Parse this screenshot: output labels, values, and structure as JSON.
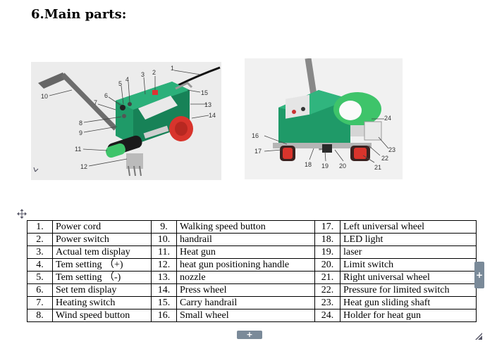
{
  "heading": "6.Main parts:",
  "figure1": {
    "callouts": [
      "1",
      "2",
      "3",
      "4",
      "5",
      "6",
      "7",
      "8",
      "9",
      "10",
      "11",
      "12",
      "13",
      "14",
      "15"
    ]
  },
  "figure2": {
    "callouts": [
      "16",
      "17",
      "18",
      "19",
      "20",
      "21",
      "22",
      "23",
      "24"
    ]
  },
  "parts_table": {
    "rows": [
      [
        {
          "n": "1.",
          "t": "Power cord"
        },
        {
          "n": "9.",
          "t": "Walking speed button"
        },
        {
          "n": "17.",
          "t": "Left universal wheel"
        }
      ],
      [
        {
          "n": "2.",
          "t": "Power switch"
        },
        {
          "n": "10.",
          "t": "handrail"
        },
        {
          "n": "18.",
          "t": "LED light"
        }
      ],
      [
        {
          "n": "3.",
          "t": "Actual tem display"
        },
        {
          "n": "11.",
          "t": "Heat gun"
        },
        {
          "n": "19.",
          "t": "laser"
        }
      ],
      [
        {
          "n": "4.",
          "t": "Tem setting （+)"
        },
        {
          "n": "12.",
          "t": "heat gun positioning handle"
        },
        {
          "n": "20.",
          "t": "Limit switch"
        }
      ],
      [
        {
          "n": "5.",
          "t": "Tem setting （-)"
        },
        {
          "n": "13.",
          "t": "nozzle"
        },
        {
          "n": "21.",
          "t": "Right universal wheel"
        }
      ],
      [
        {
          "n": "6.",
          "t": "Set tem display"
        },
        {
          "n": "14.",
          "t": "Press wheel"
        },
        {
          "n": "22.",
          "t": "Pressure for limited switch"
        }
      ],
      [
        {
          "n": "7.",
          "t": "Heating switch"
        },
        {
          "n": "15.",
          "t": "Carry handrail"
        },
        {
          "n": "23.",
          "t": "Heat gun sliding shaft"
        }
      ],
      [
        {
          "n": "8.",
          "t": "Wind speed button"
        },
        {
          "n": "16.",
          "t": "Small wheel"
        },
        {
          "n": "24.",
          "t": "Holder for heat gun"
        }
      ]
    ]
  },
  "handles": {
    "side": "+",
    "bottom": "+"
  },
  "colors": {
    "machine_green": "#1f9a68",
    "heat_gun_green": "#3ec46a",
    "nozzle_red": "#d8342c"
  }
}
